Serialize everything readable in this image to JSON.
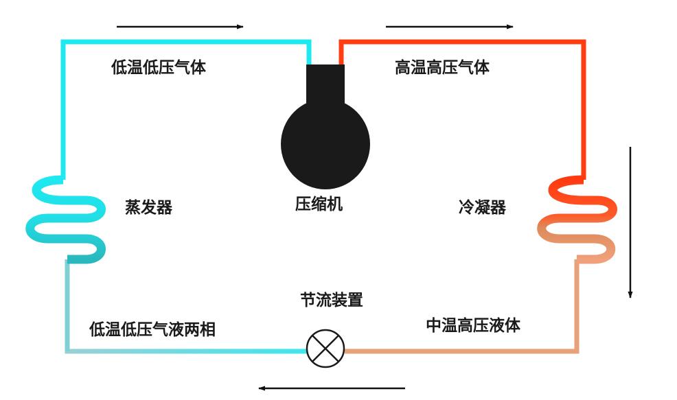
{
  "labels": {
    "low_temp_low_pressure_gas": "低温低压气体",
    "high_temp_high_pressure_gas": "高温高压气体",
    "evaporator": "蒸发器",
    "compressor": "压缩机",
    "condenser": "冷凝器",
    "throttle_device": "节流装置",
    "low_temp_low_pressure_two_phase": "低温低压气液两相",
    "mid_temp_high_pressure_liquid": "中温高压液体"
  },
  "colors": {
    "cold_pipe": "#1ee8f0",
    "cold_pipe_lower": "#5fd6dc",
    "hot_pipe": "#ff3d12",
    "warm_pipe_lower": "#e8a27a",
    "compressor": "#1a1a1a",
    "arrow": "#111111"
  },
  "icons": {
    "compressor": "circle-with-top-block",
    "throttle_device": "circle-with-x",
    "evaporator": "coil",
    "condenser": "coil"
  }
}
